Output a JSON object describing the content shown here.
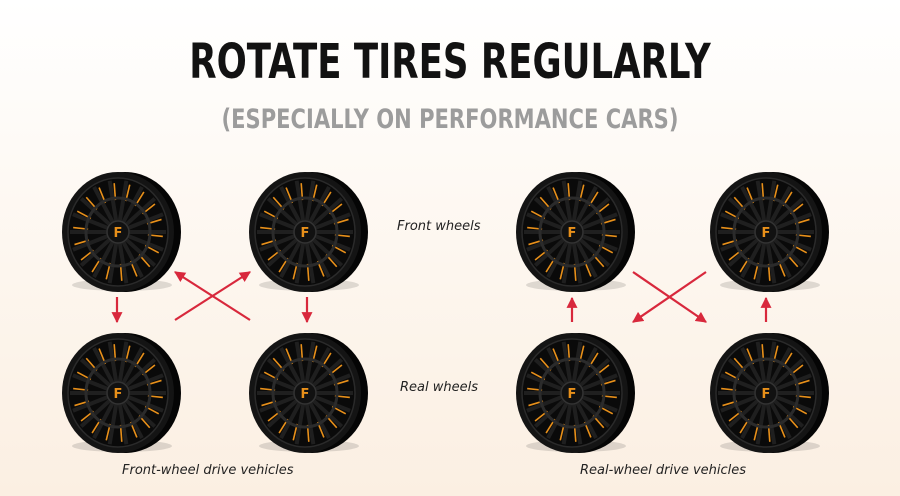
{
  "title": "ROTATE TIRES REGULARLY",
  "subtitle": "(ESPECIALLY ON PERFORMANCE CARS)",
  "row_labels": {
    "front": "Front wheels",
    "rear": "Real wheels"
  },
  "diagrams": {
    "fwd": {
      "caption": "Front-wheel drive vehicles"
    },
    "rwd": {
      "caption": "Real-wheel drive vehicles"
    }
  },
  "wheels": [
    {
      "name": "fwd-front-left",
      "icon": "wheel-icon"
    },
    {
      "name": "fwd-front-right",
      "icon": "wheel-icon"
    },
    {
      "name": "fwd-rear-left",
      "icon": "wheel-icon"
    },
    {
      "name": "fwd-rear-right",
      "icon": "wheel-icon"
    },
    {
      "name": "rwd-front-left",
      "icon": "wheel-icon"
    },
    {
      "name": "rwd-front-right",
      "icon": "wheel-icon"
    },
    {
      "name": "rwd-rear-left",
      "icon": "wheel-icon"
    },
    {
      "name": "rwd-rear-right",
      "icon": "wheel-icon"
    }
  ],
  "colors": {
    "arrow": "#d8283c",
    "rim": "#141414",
    "accent": "#e8901a",
    "title": "#121212",
    "subtitle": "#9c9c9c"
  }
}
